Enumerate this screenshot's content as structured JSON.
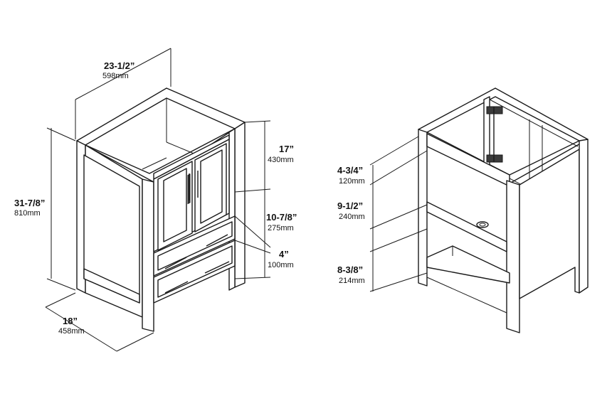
{
  "dimensions": {
    "width": {
      "imperial": "23-1/2”",
      "metric": "598mm"
    },
    "height": {
      "imperial": "31-7/8”",
      "metric": "810mm"
    },
    "depth": {
      "imperial": "18”",
      "metric": "458mm"
    },
    "door_height": {
      "imperial": "17”",
      "metric": "430mm"
    },
    "upper_drawer": {
      "imperial": "10-7/8”",
      "metric": "275mm"
    },
    "lower_drawer": {
      "imperial": "4”",
      "metric": "100mm"
    },
    "top_rail": {
      "imperial": "4-3/4”",
      "metric": "120mm"
    },
    "middle_opening": {
      "imperial": "9-1/2”",
      "metric": "240mm"
    },
    "bottom_shelf": {
      "imperial": "8-3/8”",
      "metric": "214mm"
    }
  }
}
